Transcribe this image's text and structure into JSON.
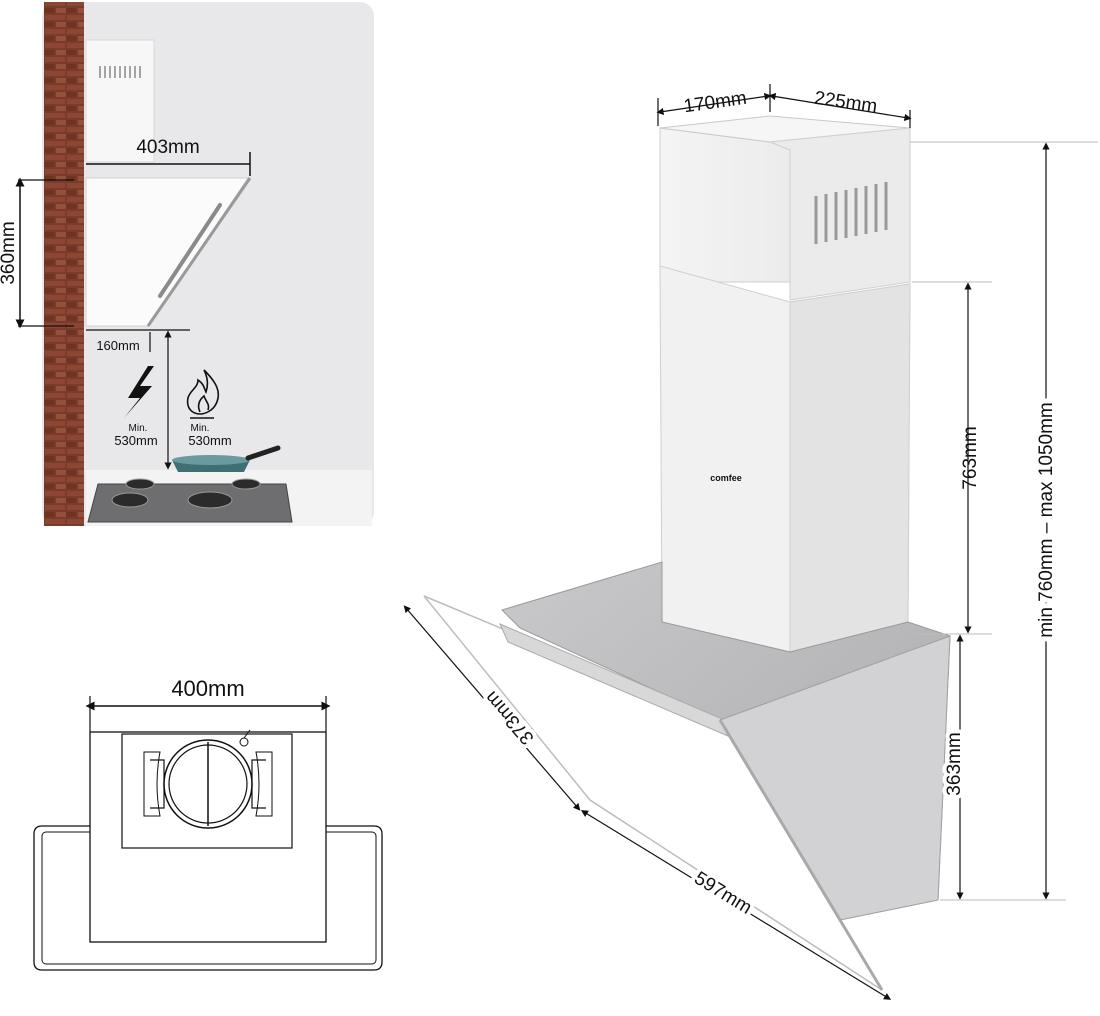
{
  "installation_panel": {
    "hood_width": "403mm",
    "hood_height": "360mm",
    "hood_depth": "160mm",
    "electric_clearance_label": "Min.",
    "electric_clearance_value": "530mm",
    "gas_clearance_label": "Min.",
    "gas_clearance_value": "530mm",
    "icons": [
      "lightning-icon",
      "flame-icon"
    ]
  },
  "top_view": {
    "width": "400mm"
  },
  "product_view": {
    "brand": "comfee",
    "chimney_depth": "170mm",
    "chimney_width": "225mm",
    "chimney_height": "763mm",
    "body_height": "363mm",
    "glass_depth": "373mm",
    "glass_length": "597mm",
    "total_height": "min 760mm – max 1050mm"
  },
  "colors": {
    "panel_bg": "#e9e9eb",
    "brick": "#7a3a2a",
    "steel": "#b9b9bb",
    "glass": "#ffffff"
  }
}
